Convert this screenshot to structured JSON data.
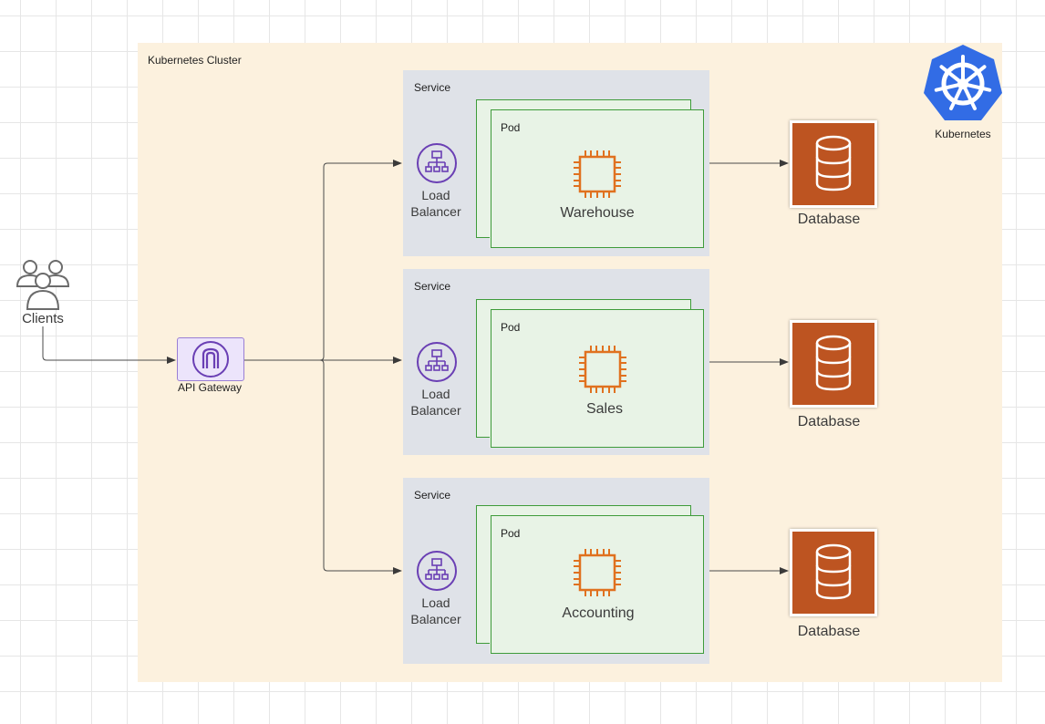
{
  "cluster": {
    "label": "Kubernetes Cluster"
  },
  "kubernetes": {
    "label": "Kubernetes"
  },
  "clients": {
    "label": "Clients"
  },
  "gateway": {
    "label": "API Gateway"
  },
  "services": [
    {
      "label": "Service",
      "lb_line1": "Load",
      "lb_line2": "Balancer",
      "pod_label": "Pod",
      "pod_name": "Warehouse",
      "db_label": "Database"
    },
    {
      "label": "Service",
      "lb_line1": "Load",
      "lb_line2": "Balancer",
      "pod_label": "Pod",
      "pod_name": "Sales",
      "db_label": "Database"
    },
    {
      "label": "Service",
      "lb_line1": "Load",
      "lb_line2": "Balancer",
      "pod_label": "Pod",
      "pod_name": "Accounting",
      "db_label": "Database"
    }
  ],
  "icons": {
    "kubernetes": "kubernetes-helm-icon",
    "clients": "users-icon",
    "gateway": "api-gateway-icon",
    "load_balancer": "load-balancer-icon",
    "pod": "cpu-chip-icon",
    "database": "database-icon"
  },
  "colors": {
    "cluster_bg": "#fcf1de",
    "service_bg": "#dfe2e8",
    "pod_border": "#3e9b3a",
    "pod_bg": "#e8f3e6",
    "chip": "#e0711f",
    "load_balancer": "#6a3fb4",
    "database": "#bd5421",
    "kubernetes": "#326ce5"
  }
}
